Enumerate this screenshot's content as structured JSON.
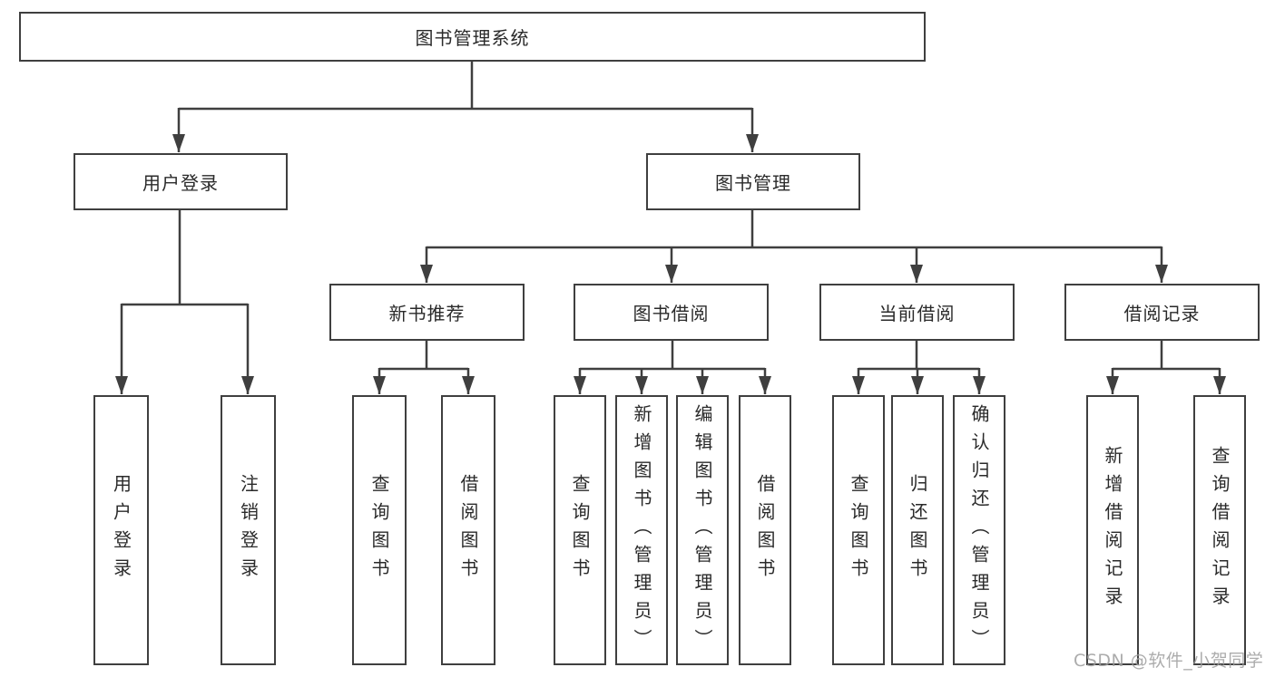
{
  "colors": {
    "line": "#3f3f3f",
    "box_border": "#3f3f3f",
    "box_fill": "#ffffff",
    "text": "#2a2a2a",
    "watermark": "#9e9e9e",
    "background": "#ffffff"
  },
  "tree": {
    "root": {
      "label": "图书管理系统"
    },
    "branches": [
      {
        "label": "用户登录",
        "children": [
          {
            "label": "用户登录"
          },
          {
            "label": "注销登录"
          }
        ]
      },
      {
        "label": "图书管理",
        "children": [
          {
            "label": "新书推荐",
            "children": [
              {
                "label": "查询图书"
              },
              {
                "label": "借阅图书"
              }
            ]
          },
          {
            "label": "图书借阅",
            "children": [
              {
                "label": "查询图书"
              },
              {
                "label": "新增图书（管理员）"
              },
              {
                "label": "编辑图书（管理员）"
              },
              {
                "label": "借阅图书"
              }
            ]
          },
          {
            "label": "当前借阅",
            "children": [
              {
                "label": "查询图书"
              },
              {
                "label": "归还图书"
              },
              {
                "label": "确认归还（管理员）"
              }
            ]
          },
          {
            "label": "借阅记录",
            "children": [
              {
                "label": "新增借阅记录"
              },
              {
                "label": "查询借阅记录"
              }
            ]
          }
        ]
      }
    ]
  },
  "watermark": {
    "text": "CSDN @软件_小贺同学"
  }
}
